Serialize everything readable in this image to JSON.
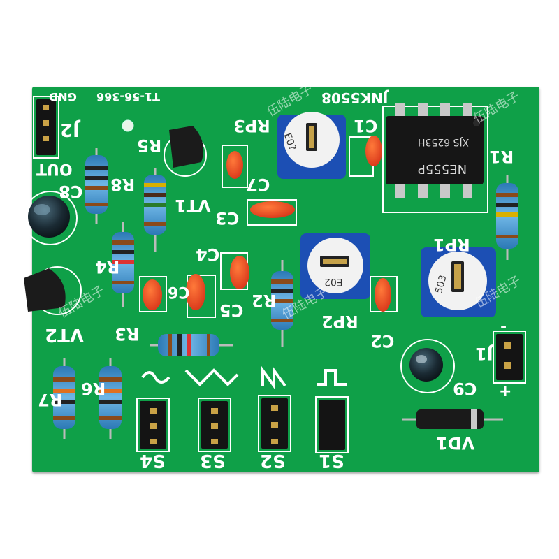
{
  "board": {
    "header_left": "T1-56-366",
    "header_gnd": "GND",
    "header_right": "JNK5508",
    "ic_label": "NE555P",
    "ic_code": "XJS  6253H",
    "watermarks": [
      "伍陆电子",
      "伍陆电子",
      "伍陆电子",
      "伍陆电子",
      "伍陆电子"
    ],
    "labels": {
      "j2": "J2",
      "out": "OUT",
      "r5": "R5",
      "rp3": "RP3",
      "c1": "C1",
      "r1": "R1",
      "r8": "R8",
      "c8": "C8",
      "c7": "C7",
      "vt1": "VT1",
      "c3": "C3",
      "c4": "C4",
      "rp1": "RP1",
      "r4": "R4",
      "c6": "C6",
      "c5": "C5",
      "r2": "R2",
      "rp2": "RP2",
      "c2": "C2",
      "vt2": "VT2",
      "r3": "R3",
      "j1": "J1",
      "minus": "-",
      "plus": "+",
      "c9": "C9",
      "r7": "R7",
      "r6": "R6",
      "vd1": "VD1",
      "s4": "S4",
      "s3": "S3",
      "s2": "S2",
      "s1": "S1"
    },
    "pot_labels": {
      "rp3": "E0?",
      "rp2": "E02",
      "rp1": "503"
    }
  }
}
